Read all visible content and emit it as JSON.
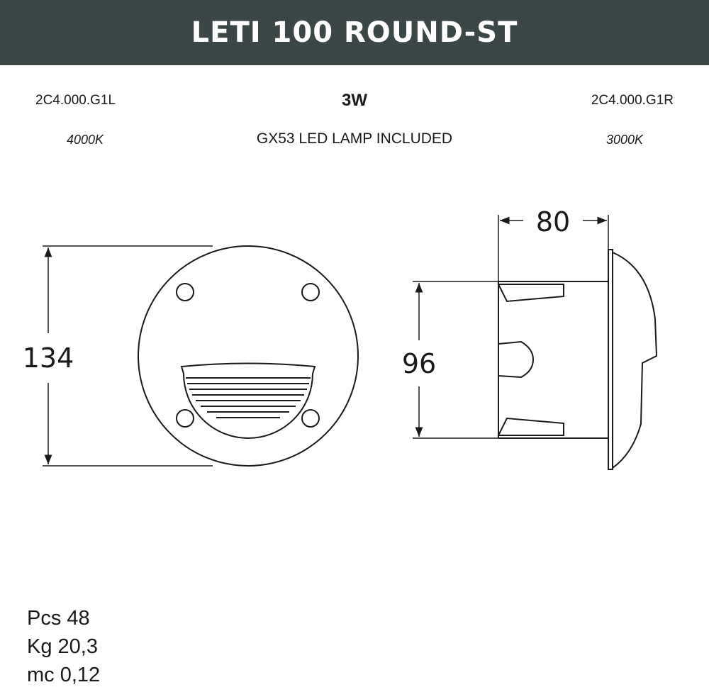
{
  "header": {
    "title": "LETI 100 ROUND-ST"
  },
  "specs": {
    "left_code": "2C4.000.G1L",
    "right_code": "2C4.000.G1R",
    "power": "3W",
    "left_temp": "4000K",
    "right_temp": "3000K",
    "lamp": "GX53 LED LAMP INCLUDED"
  },
  "dimensions": {
    "front_height": "134",
    "side_height": "96",
    "side_depth": "80"
  },
  "packing": {
    "pcs": "Pcs 48",
    "kg": "Kg 20,3",
    "mc": "mc 0,12"
  }
}
